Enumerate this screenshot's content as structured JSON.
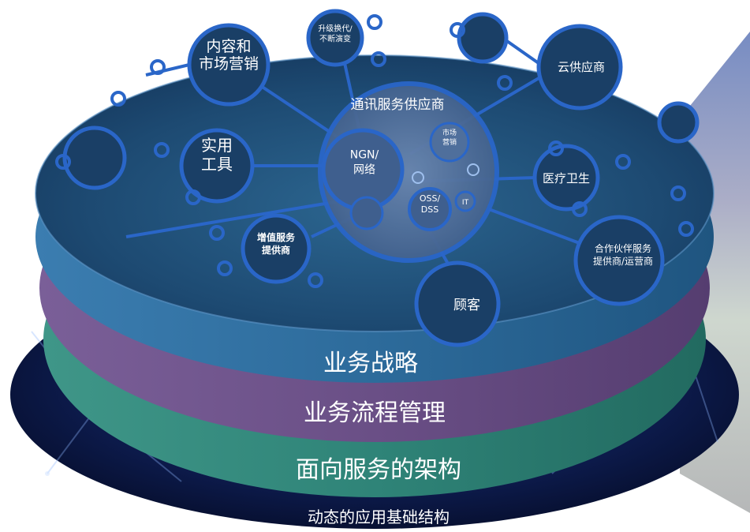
{
  "colors": {
    "top_disc": "#1f4d75",
    "strategy_layer": "#2f6f9f",
    "process_layer": "#6a4f86",
    "soa_layer": "#2f8478",
    "infrastructure_layer": "#0a1640",
    "node_stroke": "#2a66c8",
    "side_panel_top": "#6b7fb8",
    "side_panel_bottom": "#9aa1a6"
  },
  "top": {
    "center_label": "通讯服务供应商",
    "hub": {
      "main_label": "NGN/\n网络",
      "market_label": "市场\n营销",
      "oss_label": "OSS/\nDSS",
      "it_label": "IT"
    },
    "nodes": {
      "content_marketing": "内容和\n市场营销",
      "upgrade": "升级换代/\n不断演变",
      "cloud": "云供应商",
      "tools": "实用\n工具",
      "healthcare": "医疗卫生",
      "vas": "增值服务\n提供商",
      "partners": "合作伙伴服务\n提供商/运营商",
      "customer": "顾客"
    }
  },
  "layers": {
    "strategy": "业务战略",
    "process": "业务流程管理",
    "soa": "面向服务的架构",
    "infrastructure": "动态的应用基础结构"
  }
}
